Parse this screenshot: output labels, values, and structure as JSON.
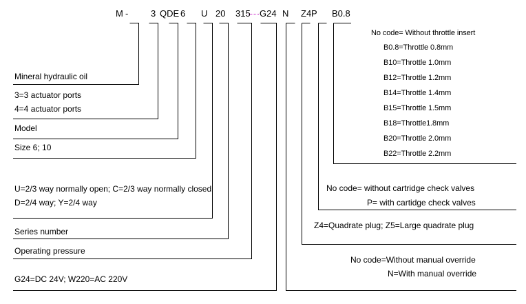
{
  "code": [
    "M",
    "-",
    "3",
    "QDE",
    "6",
    "U",
    "20",
    "315",
    "G24",
    "N",
    "Z4",
    "P",
    "B0.8"
  ],
  "left": {
    "fluid": "Mineral hydraulic oil",
    "ports": [
      "3=3 actuator ports",
      "4=4 actuator ports"
    ],
    "model": "Model",
    "size": "Size 6; 10",
    "symbol": [
      "U=2/3 way normally open; C=2/3 way normally closed",
      "D=2/4 way; Y=2/4 way"
    ],
    "series": "Series number",
    "pressure": "Operating pressure",
    "voltage": "G24=DC 24V; W220=AC 220V"
  },
  "right": {
    "throttle": [
      "No code= Without throttle insert",
      "B0.8=Throttle 0.8mm",
      "B10=Throttle 1.0mm",
      "B12=Throttle 1.2mm",
      "B14=Throttle 1.4mm",
      "B15=Throttle 1.5mm",
      "B18=Throttle1.8mm",
      "B20=Throttle 2.0mm",
      "B22=Throttle 2.2mm"
    ],
    "check": [
      "No code= without cartridge check valves",
      "P= with cartidge check valves"
    ],
    "plug": "Z4=Quadrate plug; Z5=Large quadrate plug",
    "override": [
      "No code=Without manual override",
      "N=With manual override"
    ]
  }
}
